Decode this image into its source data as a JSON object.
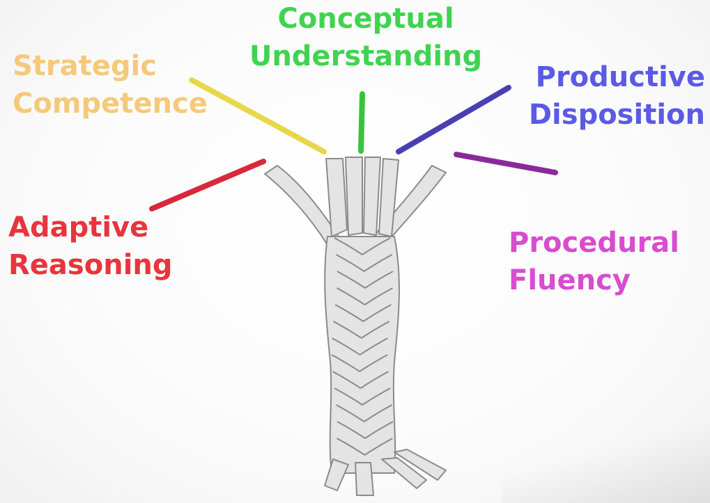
{
  "strands": [
    {
      "id": "strategic",
      "lines": [
        "Strategic",
        "Competence"
      ],
      "color": "#f5c97a",
      "line_color": "#e6d84a"
    },
    {
      "id": "conceptual",
      "lines": [
        "Conceptual",
        "Understanding"
      ],
      "color": "#3fd44f",
      "line_color": "#35c43c"
    },
    {
      "id": "productive",
      "lines": [
        "Productive",
        "Disposition"
      ],
      "color": "#5a5ae6",
      "line_color": "#4a3fb0"
    },
    {
      "id": "adaptive",
      "lines": [
        "Adaptive",
        "Reasoning"
      ],
      "color": "#e8343c",
      "line_color": "#d8283a"
    },
    {
      "id": "procedural",
      "lines": [
        "Procedural",
        "Fluency"
      ],
      "color": "#d84cd0",
      "line_color": "#8a2a9a"
    }
  ],
  "rope": {
    "strand_color": "#e4e4e4",
    "outline_color": "#8a8a8a"
  }
}
